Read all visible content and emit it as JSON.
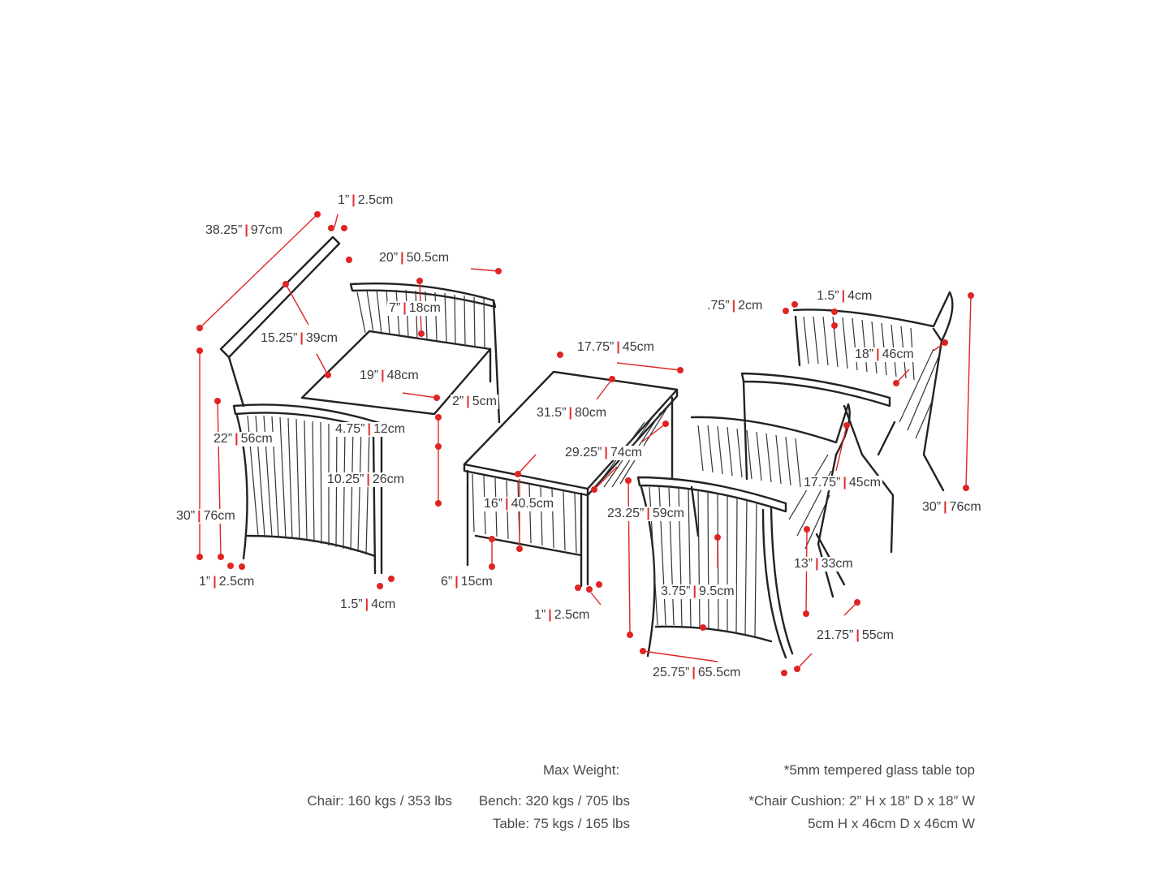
{
  "dimensions": [
    {
      "id": "bench-width",
      "imperial": "38.25”",
      "metric": "97cm"
    },
    {
      "id": "bench-top-frame",
      "imperial": "1”",
      "metric": "2.5cm"
    },
    {
      "id": "bench-depth",
      "imperial": "20”",
      "metric": "50.5cm"
    },
    {
      "id": "bench-arm-height",
      "imperial": "7”",
      "metric": "18cm"
    },
    {
      "id": "bench-back-height",
      "imperial": "15.25”",
      "metric": "39cm"
    },
    {
      "id": "bench-seat-width",
      "imperial": "19”",
      "metric": "48cm"
    },
    {
      "id": "bench-cushion",
      "imperial": "2”",
      "metric": "5cm"
    },
    {
      "id": "bench-arm-width",
      "imperial": "4.75”",
      "metric": "12cm"
    },
    {
      "id": "bench-arm-total-height",
      "imperial": "22”",
      "metric": "56cm"
    },
    {
      "id": "bench-seat-height-2",
      "imperial": "10.25”",
      "metric": "26cm"
    },
    {
      "id": "bench-total-height",
      "imperial": "30”",
      "metric": "76cm"
    },
    {
      "id": "bench-leg",
      "imperial": "1”",
      "metric": "2.5cm"
    },
    {
      "id": "bench-leg-depth",
      "imperial": "1.5”",
      "metric": "4cm"
    },
    {
      "id": "table-width",
      "imperial": "17.75”",
      "metric": "45cm"
    },
    {
      "id": "table-length",
      "imperial": "31.5”",
      "metric": "80cm"
    },
    {
      "id": "table-diagonal",
      "imperial": "29.25”",
      "metric": "74cm"
    },
    {
      "id": "table-height",
      "imperial": "16”",
      "metric": "40.5cm"
    },
    {
      "id": "table-shelf",
      "imperial": "6”",
      "metric": "15cm"
    },
    {
      "id": "table-leg",
      "imperial": "1”",
      "metric": "2.5cm"
    },
    {
      "id": "chair-frame",
      "imperial": ".75”",
      "metric": "2cm"
    },
    {
      "id": "chair-back-frame",
      "imperial": "1.5”",
      "metric": "4cm"
    },
    {
      "id": "chair-depth",
      "imperial": "18”",
      "metric": "46cm"
    },
    {
      "id": "chair-total-height",
      "imperial": "30”",
      "metric": "76cm"
    },
    {
      "id": "chair-seat-depth",
      "imperial": "17.75”",
      "metric": "45cm"
    },
    {
      "id": "chair-arm-height",
      "imperial": "23.25”",
      "metric": "59cm"
    },
    {
      "id": "chair-seat-height",
      "imperial": "13”",
      "metric": "33cm"
    },
    {
      "id": "chair-leg-depth",
      "imperial": "3.75”",
      "metric": "9.5cm"
    },
    {
      "id": "chair-side-depth",
      "imperial": "21.75”",
      "metric": "55cm"
    },
    {
      "id": "chair-width",
      "imperial": "25.75”",
      "metric": "65.5cm"
    }
  ],
  "separator": "|",
  "notes": {
    "max_weight_title": "Max Weight:",
    "chair_weight": "Chair: 160 kgs / 353 lbs",
    "bench_weight": "Bench: 320 kgs / 705 lbs",
    "table_weight": "Table: 75 kgs / 165 lbs",
    "glass_note": "*5mm tempered glass table top",
    "cushion_note_imperial": "*Chair Cushion: 2” H x 18” D x 18” W",
    "cushion_note_metric": "5cm H x 46cm D x 46cm W"
  },
  "colors": {
    "accent": "#e02424",
    "line": "#222222",
    "text": "#3a3a3a"
  }
}
